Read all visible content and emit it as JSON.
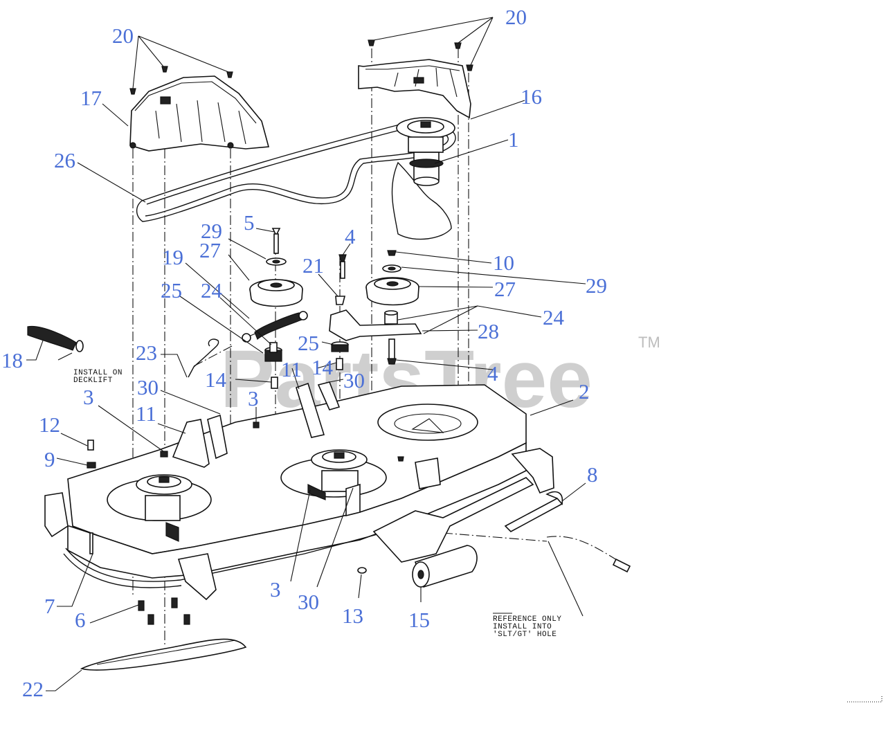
{
  "diagram": {
    "watermark": "PartsTree",
    "trademark": "TM",
    "notes": {
      "decklift": [
        "INSTALL ON",
        "DECKLIFT"
      ],
      "reference": [
        "REFERENCE ONLY",
        "INSTALL INTO",
        "'SLT/GT' HOLE"
      ]
    },
    "callouts": {
      "c20a": "20",
      "c20b": "20",
      "c17": "17",
      "c16": "16",
      "c1": "1",
      "c26": "26",
      "c5": "5",
      "c29a": "29",
      "c27a": "27",
      "c19": "19",
      "c4a": "4",
      "c21": "21",
      "c10": "10",
      "c29b": "29",
      "c27b": "27",
      "c25a": "25",
      "c24a": "24",
      "c24b": "24",
      "c28": "28",
      "c25b": "25",
      "c18": "18",
      "c23": "23",
      "c11a": "11",
      "c14a": "14",
      "c14b": "14",
      "c30a": "30",
      "c4b": "4",
      "c3a": "3",
      "c30b": "30",
      "c3b": "3",
      "c2": "2",
      "c12": "12",
      "c11b": "11",
      "c9": "9",
      "c8": "8",
      "c7": "7",
      "c3c": "3",
      "c30c": "30",
      "c13": "13",
      "c15": "15",
      "c6": "6",
      "c22": "22"
    }
  }
}
